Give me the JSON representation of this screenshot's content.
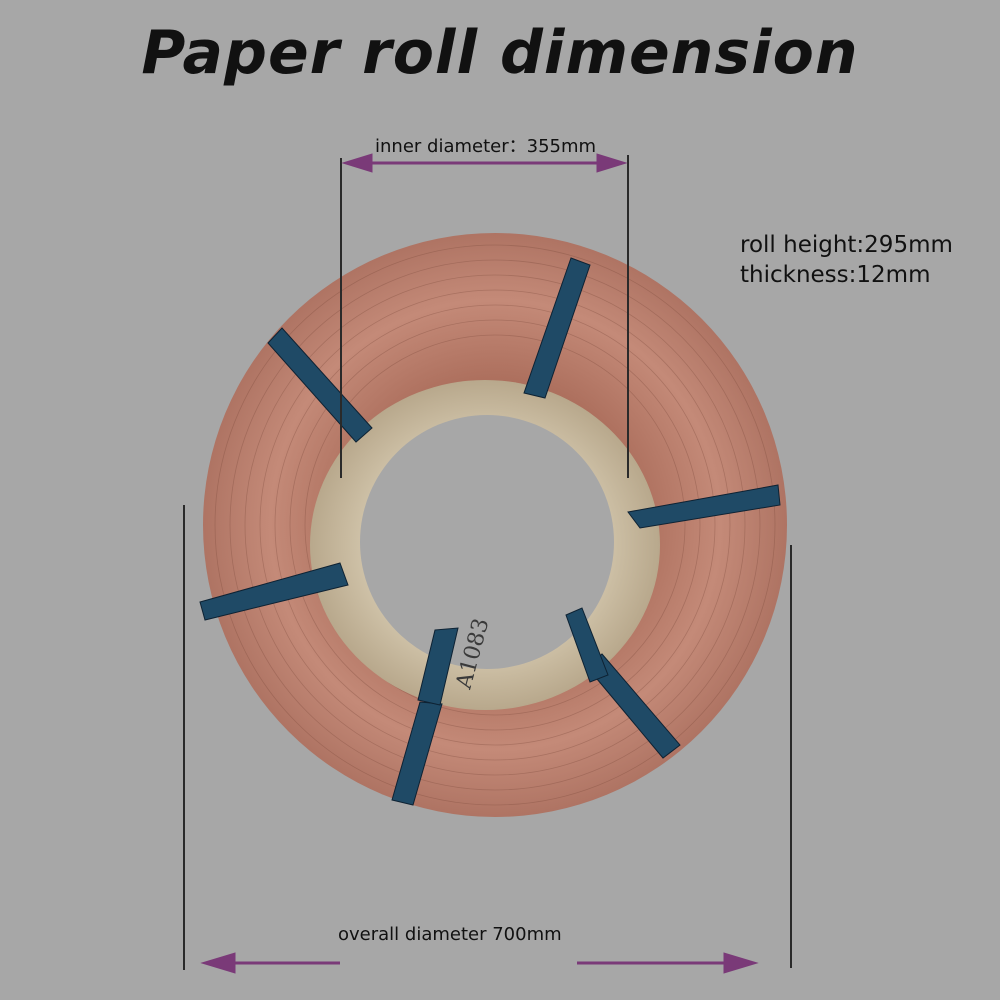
{
  "title": "Paper roll dimension",
  "annotations": {
    "inner_diameter": "inner diameter：355mm",
    "roll_height": "roll height:295mm",
    "thickness": "thickness:12mm",
    "overall_diameter": "overall diameter 700mm"
  },
  "roll_marking": "A1083",
  "colors": {
    "background": "#a7a7a7",
    "roll": "#b98070",
    "core": "#c8b8a0",
    "strap": "#1f4a66",
    "arrow": "#7a3a78"
  }
}
